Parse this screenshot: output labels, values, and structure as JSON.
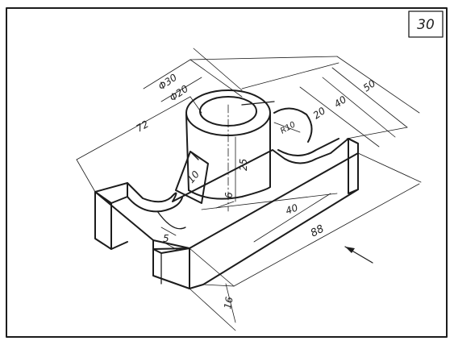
{
  "sheet_number": "30",
  "dimensions": {
    "phi30": "Φ30",
    "phi20": "Φ20",
    "d72": "72",
    "d50": "50",
    "d40_top": "40",
    "d20_top": "20",
    "r10": "R10",
    "rib10": "10",
    "h25": "25",
    "h6": "6",
    "d40_bottom": "40",
    "d88": "88",
    "d5": "5",
    "d16": "16"
  }
}
